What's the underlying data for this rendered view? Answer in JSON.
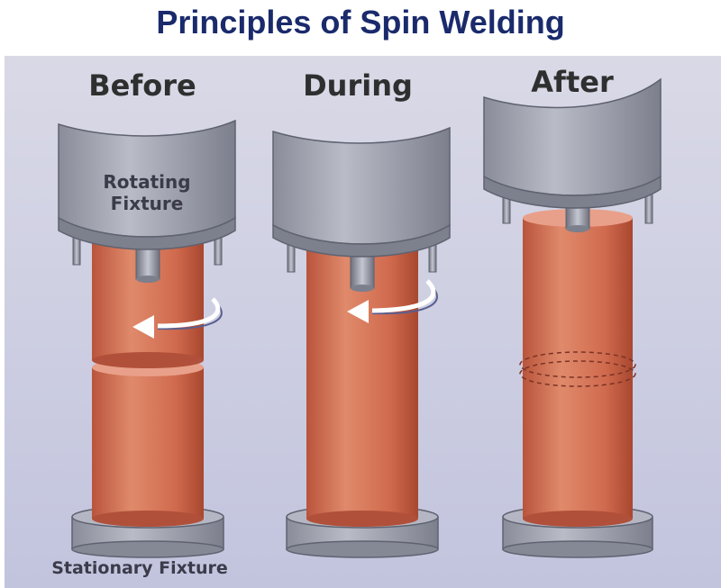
{
  "title": "Principles of Spin Welding",
  "stages": [
    {
      "label": "Before"
    },
    {
      "label": "During"
    },
    {
      "label": "After"
    }
  ],
  "labels": {
    "rotating_fixture": "Rotating Fixture",
    "stationary_fixture": "Stationary Fixture"
  },
  "colors": {
    "title": "#1a2a6c",
    "background": "#c7c9e0",
    "part": "#d0694c",
    "fixture": "#9ea1ad",
    "arrow": "#ffffff"
  }
}
